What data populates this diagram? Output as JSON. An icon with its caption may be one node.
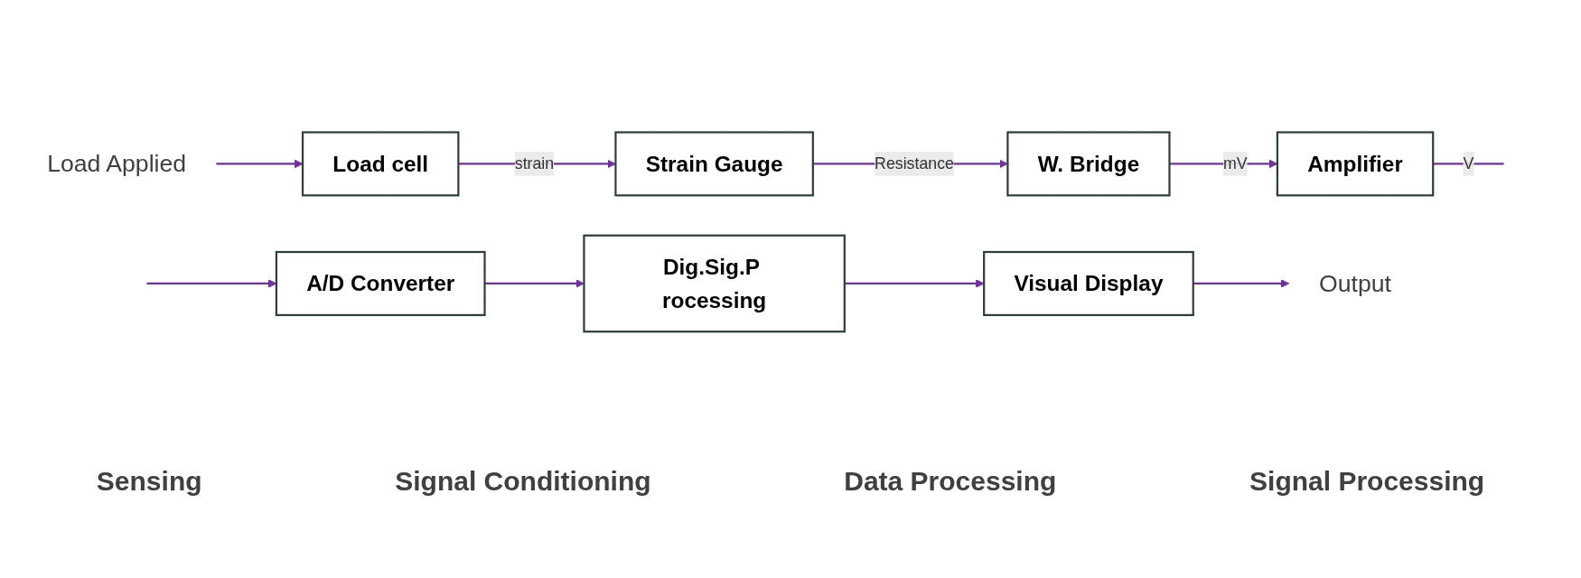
{
  "diagram": {
    "nodes": [
      {
        "text": [
          "Load Applied"
        ]
      },
      {
        "text": [
          "Load cell"
        ]
      },
      {
        "text": [
          "Strain Gauge"
        ]
      },
      {
        "text": [
          "W. Bridge"
        ]
      },
      {
        "text": [
          "Amplifier"
        ]
      },
      {
        "text": [
          "A/D Converter"
        ]
      },
      {
        "text": [
          "Dig.Sig.P rocessing"
        ]
      },
      {
        "text": [
          "Visual Display"
        ]
      },
      {
        "text": [
          "Output"
        ]
      }
    ],
    "edges": [
      {
        "from": 0,
        "to": 1,
        "arrow": "to"
      },
      {
        "from": 1,
        "to": 2,
        "arrow": "to",
        "label": "strain"
      },
      {
        "from": 2,
        "to": 3,
        "arrow": "to",
        "label": "Resistance"
      },
      {
        "from": 3,
        "to": 4,
        "arrow": "to",
        "label": "mV"
      },
      {
        "from": 4,
        "to": null,
        "arrow": "none",
        "label": "V"
      },
      {
        "from": null,
        "to": 5,
        "arrow": "to"
      },
      {
        "from": 5,
        "to": 6,
        "arrow": "to"
      },
      {
        "from": 6,
        "to": 7,
        "arrow": "to"
      },
      {
        "from": 7,
        "to": 8,
        "arrow": "to"
      }
    ],
    "labels": [
      "Sensing",
      "Signal Conditioning",
      "Data Processing",
      "Signal Processing"
    ]
  }
}
